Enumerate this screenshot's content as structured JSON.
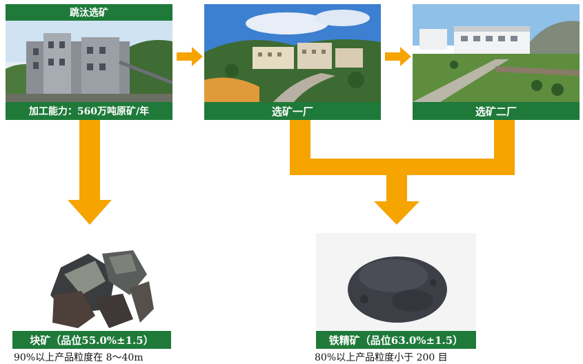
{
  "plant": {
    "title": "跳汰选矿",
    "capacity": "加工能力：560万吨原矿/年"
  },
  "plant1": {
    "label": "选矿一厂"
  },
  "plant2": {
    "label": "选矿二厂"
  },
  "lump_ore": {
    "label": "块矿（品位55.0%±1.5）",
    "caption": "90%以上产品粒度在 8～40m"
  },
  "concentrate": {
    "label": "铁精矿（品位63.0%±1.5）",
    "caption": "80%以上产品粒度小于 200 目"
  },
  "colors": {
    "label_green": "#1f7a3a",
    "arrow_orange": "#f5a400"
  },
  "icons": {
    "flow_arrow": "arrow-right-icon",
    "down_arrow": "arrow-down-icon"
  }
}
